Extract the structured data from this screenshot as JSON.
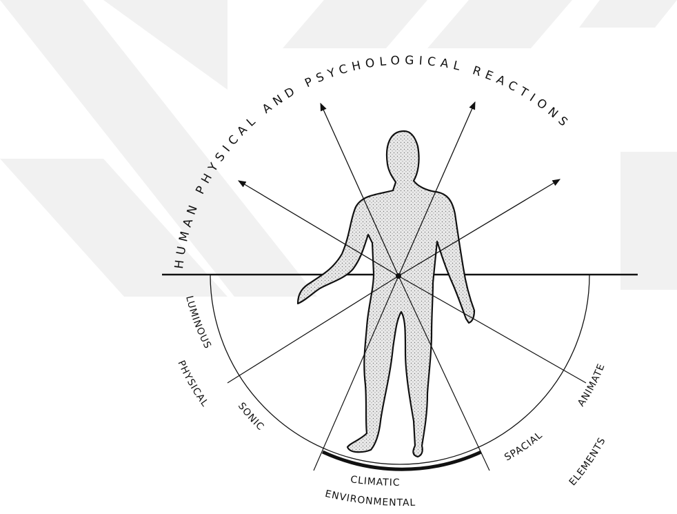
{
  "top_label": "HUMAN PHYSICAL AND PSYCHOLOGICAL REACTIONS",
  "labels": {
    "luminous": "LUMINOUS",
    "physical": "PHYSICAL",
    "sonic": "SONIC",
    "climatic": "CLIMATIC",
    "environmental": "ENVIRONMENTAL",
    "spacial": "SPACIAL",
    "elements": "ELEMENTS",
    "animate": "ANIMATE"
  },
  "colors": {
    "ink": "#111111",
    "figure_fill": "#e4e4e4",
    "watermark": "#f1f1f1"
  }
}
